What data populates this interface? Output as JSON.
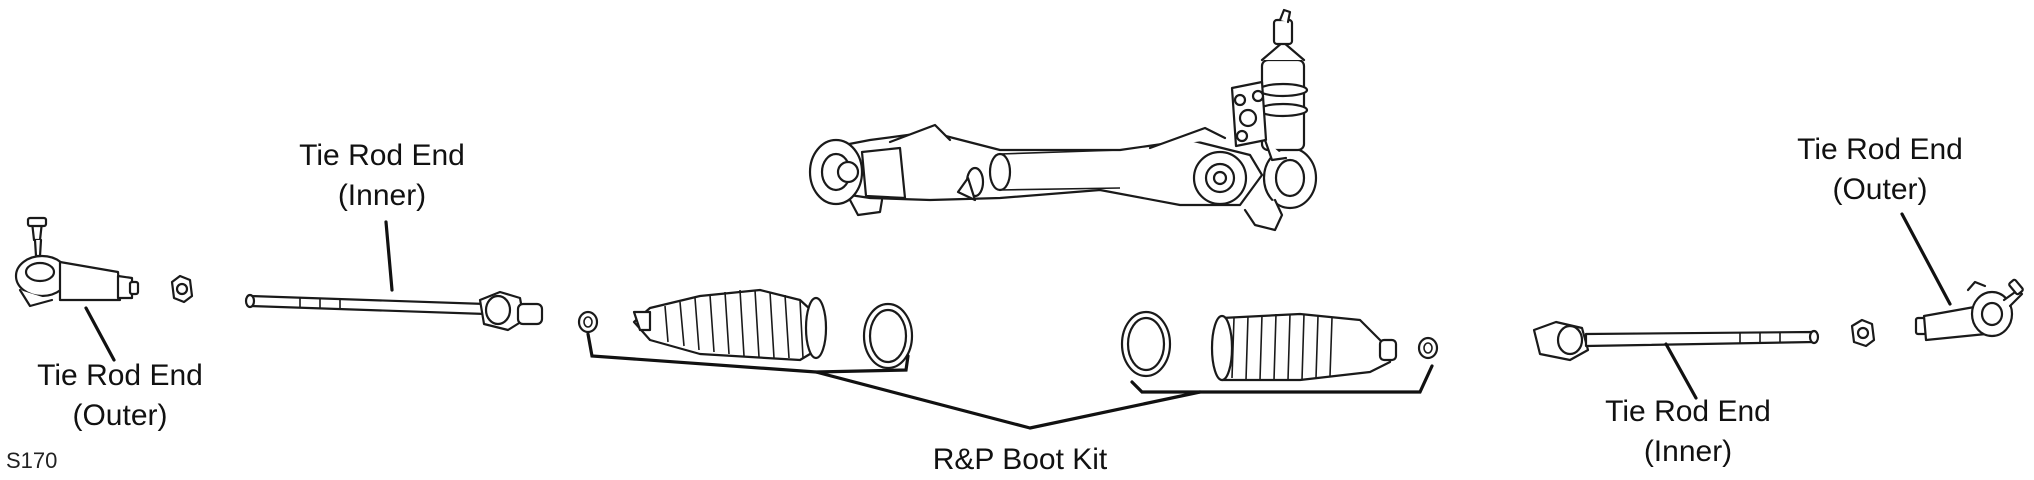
{
  "figure_code": "S170",
  "labels": {
    "left_outer_line1": "Tie Rod End",
    "left_outer_line2": "(Outer)",
    "left_inner_line1": "Tie Rod End",
    "left_inner_line2": "(Inner)",
    "boot_kit": "R&P Boot Kit",
    "right_inner_line1": "Tie Rod End",
    "right_inner_line2": "(Inner)",
    "right_outer_line1": "Tie Rod End",
    "right_outer_line2": "(Outer)"
  },
  "colors": {
    "line": "#1a1a1a",
    "background": "#ffffff"
  }
}
